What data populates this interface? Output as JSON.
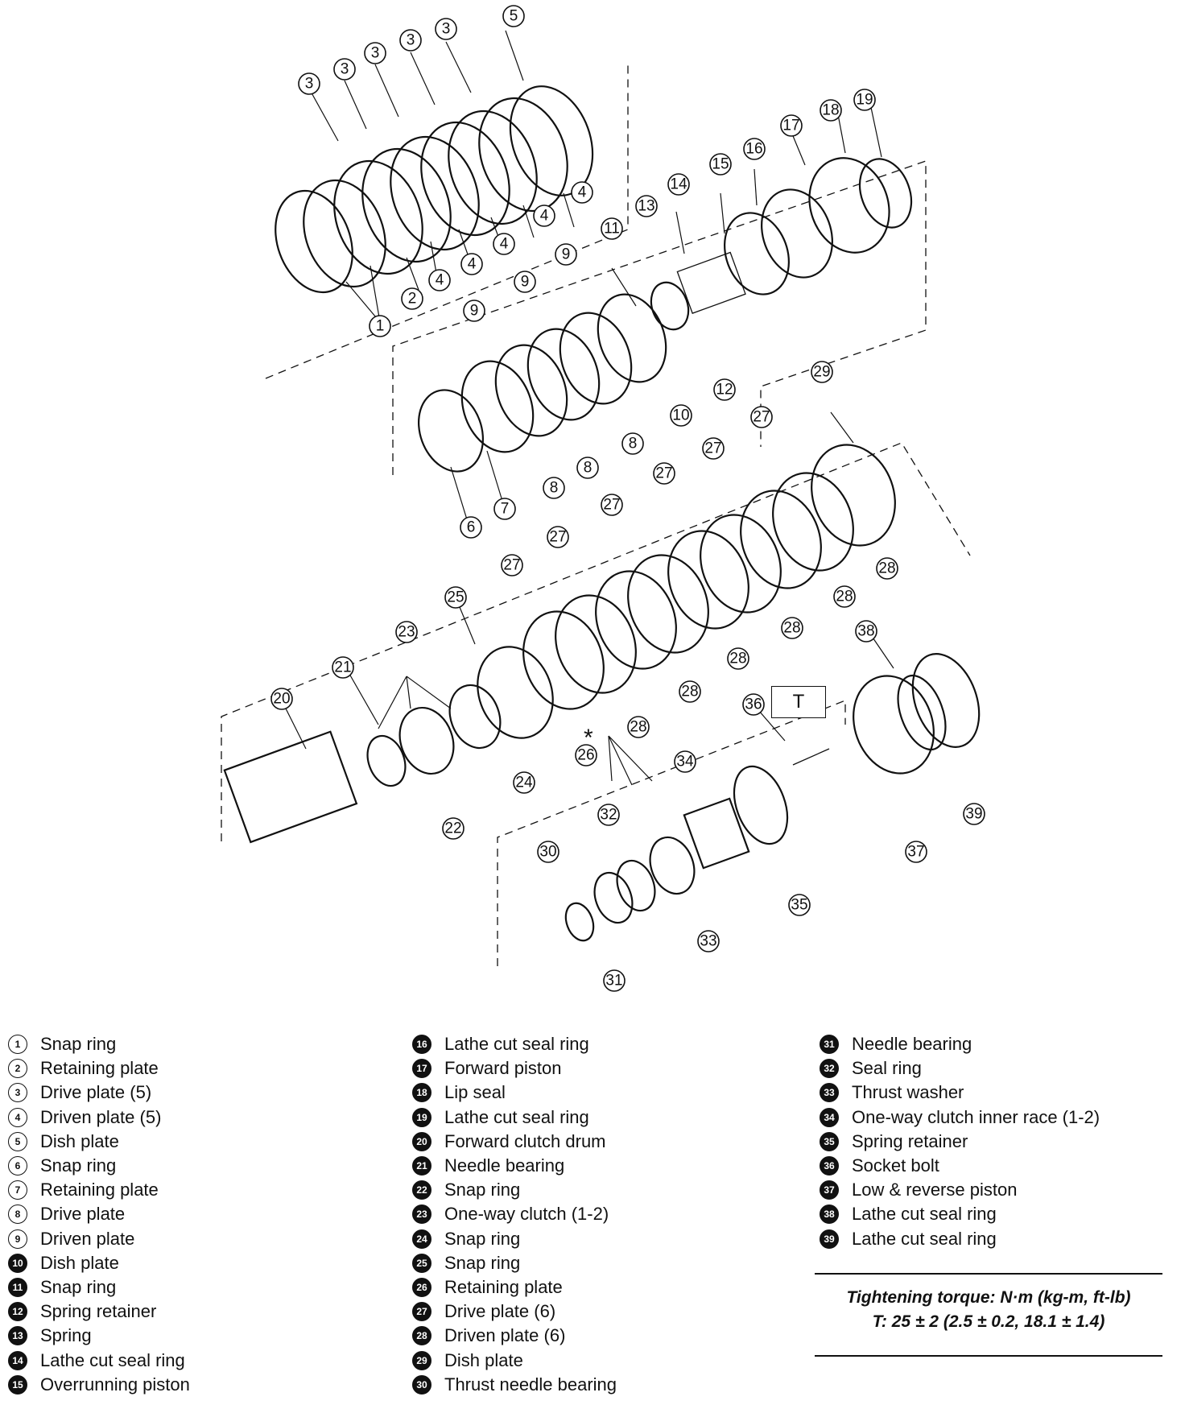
{
  "callouts": {
    "c1": "1",
    "c2": "2",
    "c3": "3",
    "c4": "4",
    "c5": "5",
    "c6": "6",
    "c7": "7",
    "c8": "8",
    "c9": "9",
    "c10": "10",
    "c11": "11",
    "c12": "12",
    "c13": "13",
    "c14": "14",
    "c15": "15",
    "c16": "16",
    "c17": "17",
    "c18": "18",
    "c19": "19",
    "c20": "20",
    "c21": "21",
    "c22": "22",
    "c23": "23",
    "c24": "24",
    "c25": "25",
    "c26": "26",
    "c27": "27",
    "c28": "28",
    "c29": "29",
    "c30": "30",
    "c31": "31",
    "c32": "32",
    "c33": "33",
    "c34": "34",
    "c35": "35",
    "c36": "36",
    "c37": "37",
    "c38": "38",
    "c39": "39"
  },
  "torque_box_label": "T",
  "asterisk": "*",
  "legend": {
    "col1": [
      {
        "num": "1",
        "label": "Snap ring"
      },
      {
        "num": "2",
        "label": "Retaining plate"
      },
      {
        "num": "3",
        "label": "Drive plate (5)"
      },
      {
        "num": "4",
        "label": "Driven plate (5)"
      },
      {
        "num": "5",
        "label": "Dish plate"
      },
      {
        "num": "6",
        "label": "Snap ring"
      },
      {
        "num": "7",
        "label": "Retaining plate"
      },
      {
        "num": "8",
        "label": "Drive plate"
      },
      {
        "num": "9",
        "label": "Driven plate"
      },
      {
        "num": "10",
        "label": "Dish plate"
      },
      {
        "num": "11",
        "label": "Snap ring"
      },
      {
        "num": "12",
        "label": "Spring retainer"
      },
      {
        "num": "13",
        "label": "Spring"
      },
      {
        "num": "14",
        "label": "Lathe cut seal ring"
      },
      {
        "num": "15",
        "label": "Overrunning piston"
      }
    ],
    "col2": [
      {
        "num": "16",
        "label": "Lathe cut seal ring"
      },
      {
        "num": "17",
        "label": "Forward piston"
      },
      {
        "num": "18",
        "label": "Lip seal"
      },
      {
        "num": "19",
        "label": "Lathe cut seal ring"
      },
      {
        "num": "20",
        "label": "Forward clutch drum"
      },
      {
        "num": "21",
        "label": "Needle bearing"
      },
      {
        "num": "22",
        "label": "Snap ring"
      },
      {
        "num": "23",
        "label": "One-way clutch (1-2)"
      },
      {
        "num": "24",
        "label": "Snap ring"
      },
      {
        "num": "25",
        "label": "Snap ring"
      },
      {
        "num": "26",
        "label": "Retaining plate"
      },
      {
        "num": "27",
        "label": "Drive plate (6)"
      },
      {
        "num": "28",
        "label": "Driven plate (6)"
      },
      {
        "num": "29",
        "label": "Dish plate"
      },
      {
        "num": "30",
        "label": "Thrust needle bearing"
      }
    ],
    "col3": [
      {
        "num": "31",
        "label": "Needle bearing"
      },
      {
        "num": "32",
        "label": "Seal ring"
      },
      {
        "num": "33",
        "label": "Thrust washer"
      },
      {
        "num": "34",
        "label": "One-way clutch inner race (1-2)"
      },
      {
        "num": "35",
        "label": "Spring retainer"
      },
      {
        "num": "36",
        "label": "Socket bolt"
      },
      {
        "num": "37",
        "label": "Low & reverse piston"
      },
      {
        "num": "38",
        "label": "Lathe cut seal ring"
      },
      {
        "num": "39",
        "label": "Lathe cut seal ring"
      }
    ]
  },
  "torque": {
    "line1": "Tightening torque: N·m (kg-m, ft-lb)",
    "line2": "T: 25 ± 2 (2.5 ± 0.2, 18.1 ± 1.4)"
  }
}
